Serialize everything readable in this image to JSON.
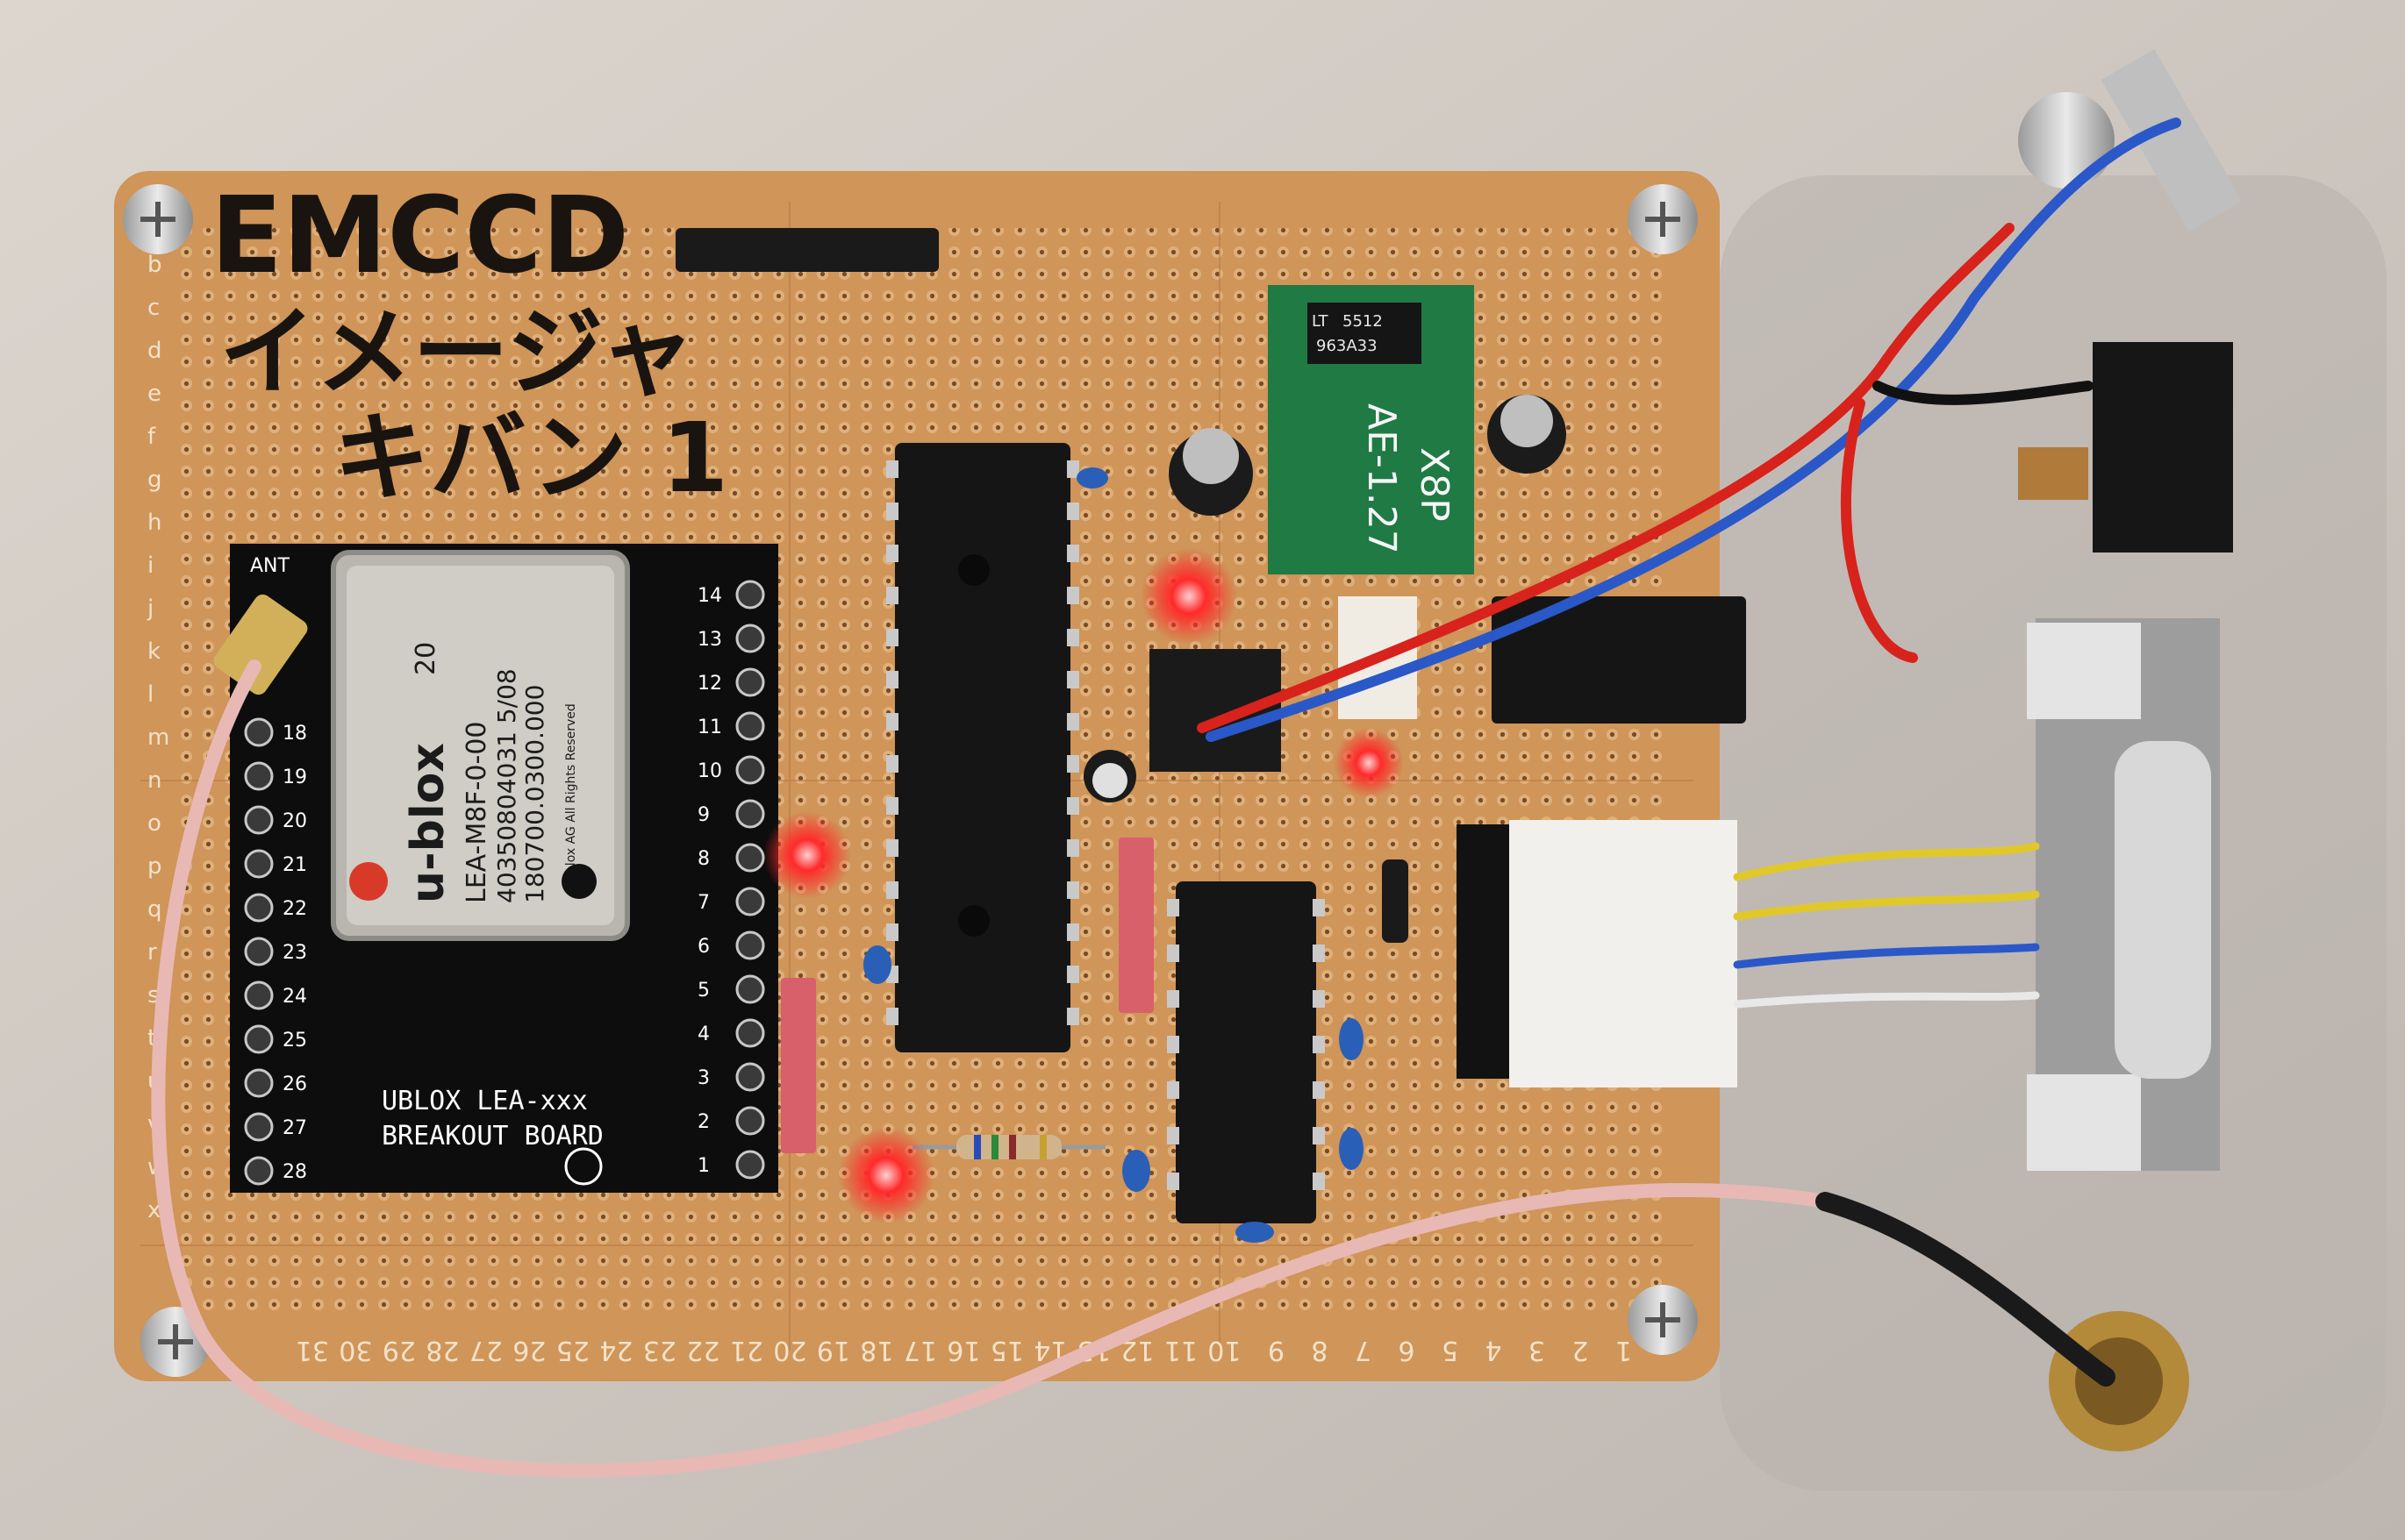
{
  "handwriting": {
    "line1": "EMCCD",
    "line2": "イメージャ",
    "line3": "キバン 1"
  },
  "gps_module": {
    "brand": "u-blox",
    "model": "LEA-M8F-0-00",
    "code": "20",
    "serial": "40350804031 5/08",
    "part": "180700.0300.000",
    "copyright": "u-blox AG All Rights Reserved",
    "ant_label": "ANT"
  },
  "breakout": {
    "line1": "UBLOX LEA-xxx",
    "line2": "BREAKOUT BOARD",
    "pins_left": [
      "18",
      "19",
      "20",
      "21",
      "22",
      "23",
      "24",
      "25",
      "26",
      "27",
      "28"
    ],
    "pins_right": [
      "14",
      "13",
      "12",
      "11",
      "10",
      "9",
      "8",
      "7",
      "6",
      "5",
      "4",
      "3",
      "2",
      "1"
    ]
  },
  "adapter": {
    "chip_brand": "LT",
    "chip_code1": "5512",
    "chip_code2": "963A33",
    "name": "AE-1.27",
    "pins": "X8P"
  },
  "board": {
    "row_letters": [
      "b",
      "c",
      "d",
      "e",
      "f",
      "g",
      "h",
      "i",
      "j",
      "k",
      "l",
      "m",
      "n",
      "o",
      "p",
      "q",
      "r",
      "s",
      "t",
      "u",
      "v",
      "w",
      "x"
    ],
    "col_numbers": [
      "31",
      "30",
      "29",
      "28",
      "27",
      "26",
      "25",
      "24",
      "23",
      "22",
      "21",
      "20",
      "19",
      "18",
      "17",
      "16",
      "15",
      "14",
      "13",
      "12",
      "11",
      "10",
      "9",
      "8",
      "7",
      "6",
      "5",
      "4",
      "3",
      "2",
      "1"
    ]
  },
  "colors": {
    "board": "#d19a61",
    "case": "#cfc8c1",
    "led": "#ff2020",
    "wire_red": "#d8221c",
    "wire_blue": "#2a58c8",
    "wire_yellow": "#e0c82a",
    "coax": "#e8b8b4"
  }
}
